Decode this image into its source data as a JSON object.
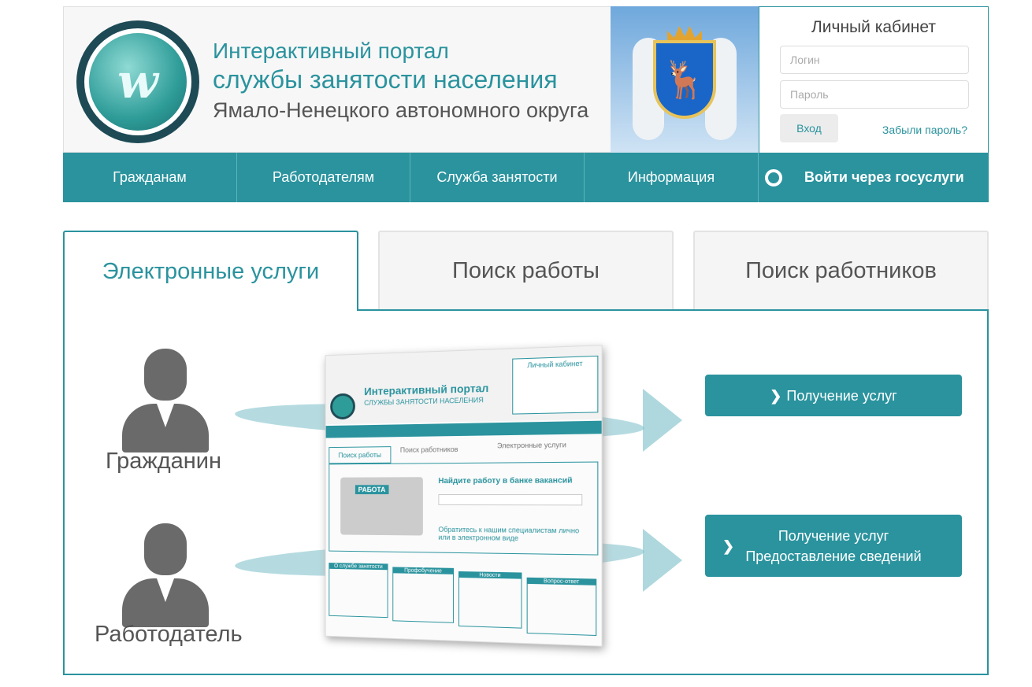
{
  "header": {
    "title_line1": "Интерактивный портал",
    "title_line2": "службы занятости населения",
    "title_line3": "Ямало-Ненецкого автономного округа"
  },
  "login": {
    "title": "Личный кабинет",
    "login_placeholder": "Логин",
    "password_placeholder": "Пароль",
    "submit": "Вход",
    "forgot": "Забыли пароль?"
  },
  "nav": {
    "items": [
      "Гражданам",
      "Работодателям",
      "Служба занятости",
      "Информация"
    ],
    "gosuslugi": "Войти через госуслуги"
  },
  "tabs": [
    "Электронные услуги",
    "Поиск работы",
    "Поиск работников"
  ],
  "people": {
    "citizen": "Гражданин",
    "employer": "Работодатель"
  },
  "services": {
    "citizen": "Получение услуг",
    "employer_line1": "Получение услуг",
    "employer_line2": "Предоставление сведений"
  },
  "mock": {
    "title1": "Интерактивный портал",
    "title2": "СЛУЖБЫ ЗАНЯТОСТИ НАСЕЛЕНИЯ",
    "cabinet": "Личный кабинет",
    "tab1": "Поиск работы",
    "tab2": "Поиск работников",
    "tab3": "Электронные услуги",
    "find": "Найдите работу в банке вакансий",
    "contact": "Обратитесь к нашим специалистам лично или в электронном виде",
    "badge": "РАБОТА",
    "boxes": [
      "О службе занятости",
      "Профобучение",
      "Новости",
      "Вопрос-ответ"
    ]
  },
  "colors": {
    "accent": "#2a939e"
  }
}
